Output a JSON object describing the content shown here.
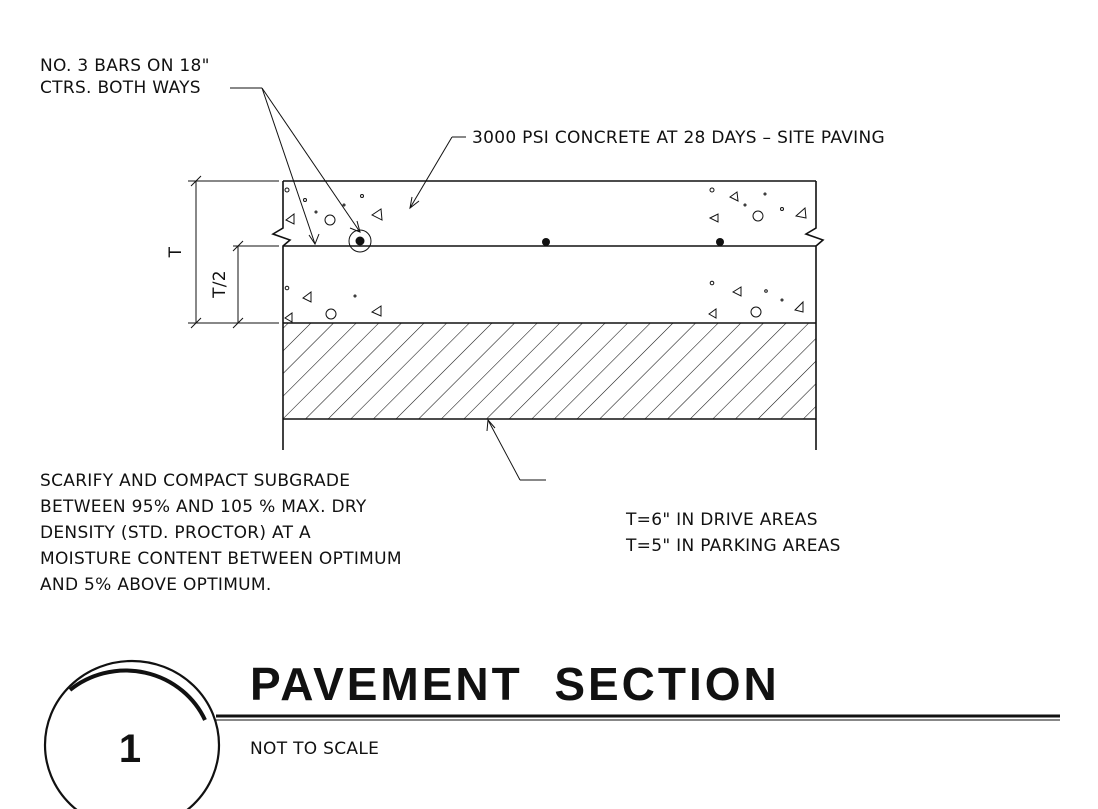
{
  "notes": {
    "rebar": [
      "NO. 3 BARS ON 18\"",
      "CTRS. BOTH WAYS"
    ],
    "concrete": "3000 PSI CONCRETE AT 28 DAYS – SITE PAVING",
    "subgrade": [
      "SCARIFY AND COMPACT SUBGRADE",
      "BETWEEN 95% AND 105 % MAX. DRY",
      "DENSITY (STD. PROCTOR) AT A",
      "MOISTURE CONTENT BETWEEN OPTIMUM",
      "AND 5% ABOVE OPTIMUM."
    ],
    "thickness": [
      "T=6\" IN DRIVE AREAS",
      "T=5\" IN PARKING AREAS"
    ]
  },
  "dimensions": {
    "full_label": "T",
    "half_label": "T/2"
  },
  "title_block": {
    "number": "1",
    "title": "PAVEMENT  SECTION",
    "scale": "NOT TO SCALE"
  }
}
